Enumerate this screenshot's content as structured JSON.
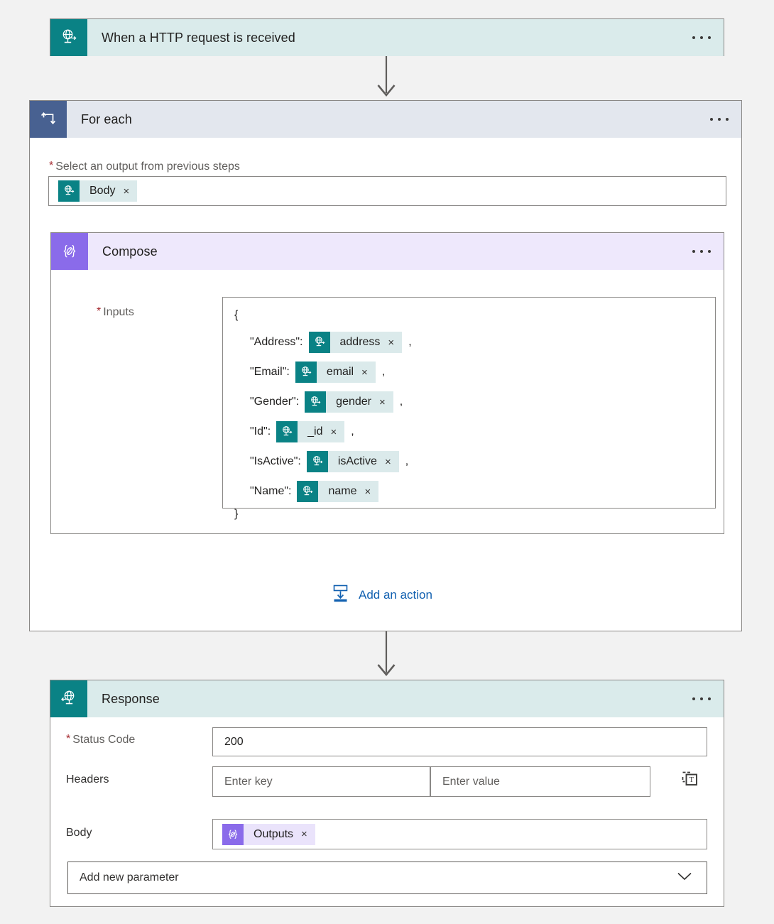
{
  "workflow": {
    "trigger": {
      "title": "When a HTTP request is received",
      "icon": "http-request-icon",
      "menu": "overflow-menu-icon"
    },
    "foreach": {
      "title": "For each",
      "icon": "loop-icon",
      "menu": "overflow-menu-icon",
      "output_field": {
        "label": "Select an output from previous steps",
        "required": true,
        "token": {
          "label": "Body",
          "icon": "http-request-icon",
          "remove": "×"
        }
      },
      "compose": {
        "title": "Compose",
        "icon": "compose-icon",
        "menu": "overflow-menu-icon",
        "inputs_label": "Inputs",
        "inputs_required": true,
        "json": {
          "open_brace": "{",
          "close_brace": "}",
          "rows": [
            {
              "key": "\"Address\":",
              "token": "address",
              "icon": "http-request-icon",
              "remove": "×",
              "comma": ","
            },
            {
              "key": "\"Email\":",
              "token": "email",
              "icon": "http-request-icon",
              "remove": "×",
              "comma": ","
            },
            {
              "key": "\"Gender\":",
              "token": "gender",
              "icon": "http-request-icon",
              "remove": "×",
              "comma": ","
            },
            {
              "key": "\"Id\":",
              "token": "_id",
              "icon": "http-request-icon",
              "remove": "×",
              "comma": ","
            },
            {
              "key": "\"IsActive\":",
              "token": "isActive",
              "icon": "http-request-icon",
              "remove": "×",
              "comma": ","
            },
            {
              "key": "\"Name\":",
              "token": "name",
              "icon": "http-request-icon",
              "remove": "×",
              "comma": ""
            }
          ]
        }
      },
      "add_action": {
        "label": "Add an action",
        "icon": "add-action-icon"
      }
    },
    "response": {
      "title": "Response",
      "icon": "response-icon",
      "menu": "overflow-menu-icon",
      "status_code": {
        "label": "Status Code",
        "required": true,
        "value": "200"
      },
      "headers": {
        "label": "Headers",
        "key_placeholder": "Enter key",
        "value_placeholder": "Enter value",
        "text_mode_icon": "switch-to-text-mode-icon"
      },
      "body": {
        "label": "Body",
        "token": {
          "label": "Outputs",
          "icon": "compose-icon",
          "remove": "×"
        }
      },
      "add_new_parameter": {
        "label": "Add new parameter",
        "chevron": "chevron-down-icon"
      }
    }
  },
  "colors": {
    "teal": "#0a8285",
    "teal_tint": "#daebeb",
    "slate": "#486191",
    "slate_tint": "#e3e7ee",
    "purple": "#8a6bea",
    "purple_tint": "#eee8fc",
    "link_blue": "#1160b0",
    "required_red": "#a4262c",
    "canvas": "#f2f2f2"
  }
}
